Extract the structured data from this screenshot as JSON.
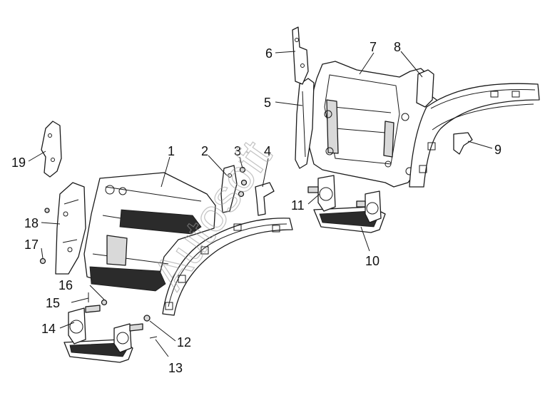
{
  "diagram": {
    "watermark": "Autosoft",
    "callouts": [
      "1",
      "2",
      "3",
      "4",
      "5",
      "6",
      "7",
      "8",
      "9",
      "10",
      "11",
      "12",
      "13",
      "14",
      "15",
      "16",
      "17",
      "18",
      "19"
    ]
  }
}
